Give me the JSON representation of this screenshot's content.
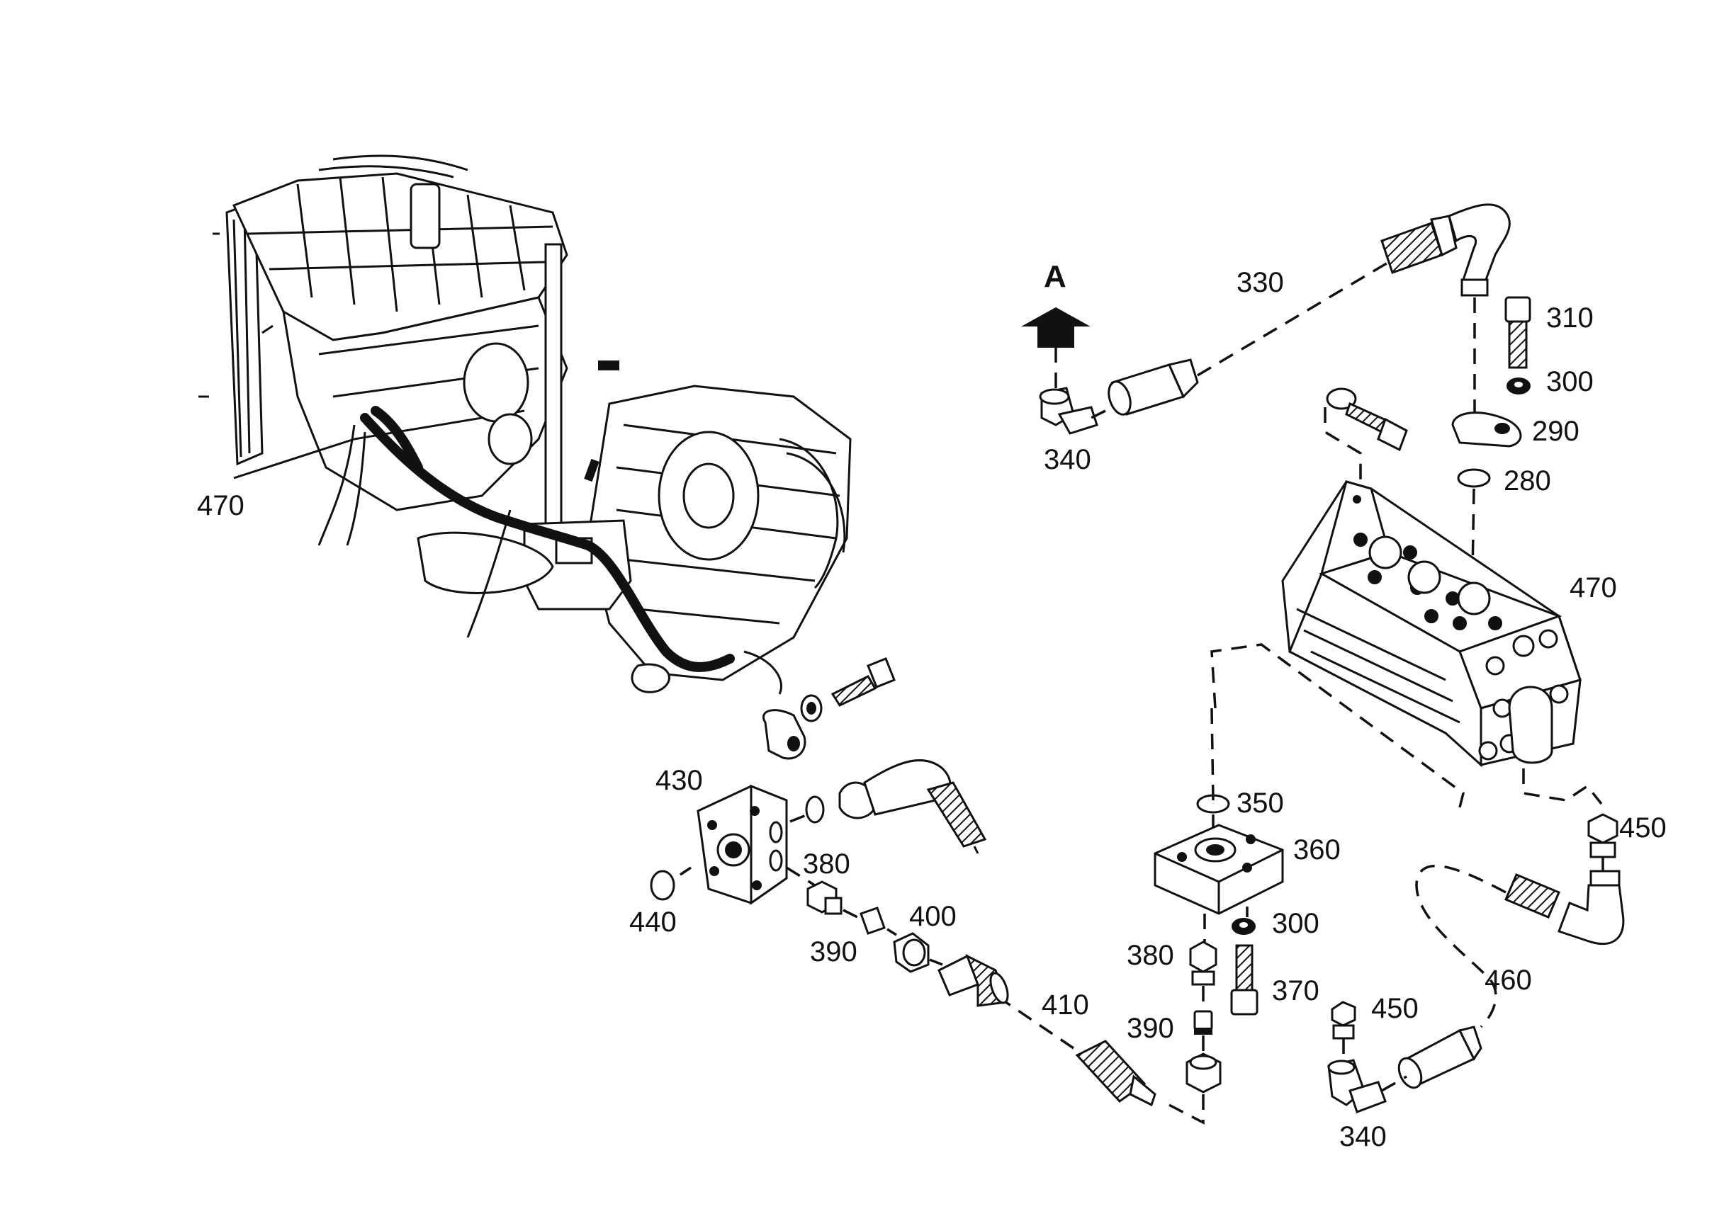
{
  "labels": {
    "a": "A",
    "p330": "330",
    "p310": "310",
    "p300a": "300",
    "p290": "290",
    "p280": "280",
    "p340a": "340",
    "p470a": "470",
    "p470b": "470",
    "p430": "430",
    "p440": "440",
    "p380a": "380",
    "p390a": "390",
    "p400": "400",
    "p410": "410",
    "p350": "350",
    "p360": "360",
    "p300b": "300",
    "p380b": "380",
    "p370": "370",
    "p390b": "390",
    "p450a": "450",
    "p450b": "450",
    "p460": "460",
    "p340b": "340"
  }
}
